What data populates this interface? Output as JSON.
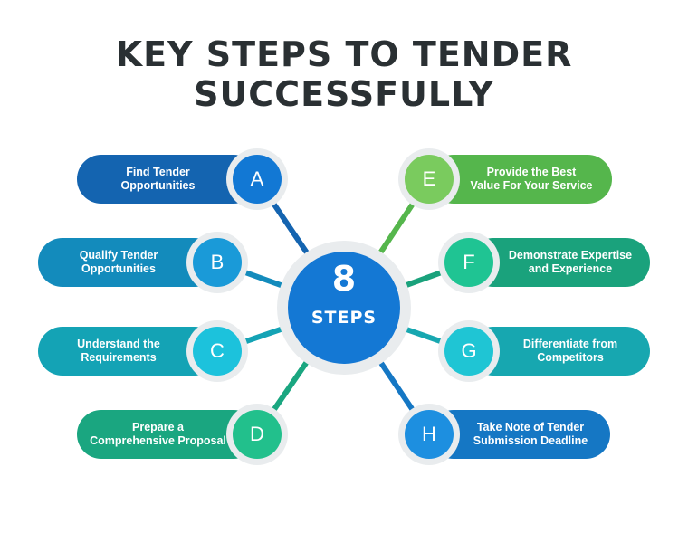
{
  "title": {
    "line1": "KEY STEPS TO TENDER",
    "line2": "SUCCESSFULLY"
  },
  "hub": {
    "number": "8",
    "label": "STEPS",
    "color": "#1478d4"
  },
  "steps": [
    {
      "letter": "A",
      "line1": "Find Tender",
      "line2": "Opportunities",
      "pill": "#1464b0",
      "circle": "#1278d4"
    },
    {
      "letter": "B",
      "line1": "Qualify Tender",
      "line2": "Opportunities",
      "pill": "#138bbc",
      "circle": "#1a9ad8"
    },
    {
      "letter": "C",
      "line1": "Understand the",
      "line2": "Requirements",
      "pill": "#14a3b5",
      "circle": "#1cc2dc"
    },
    {
      "letter": "D",
      "line1": "Prepare a",
      "line2": "Comprehensive Proposal",
      "pill": "#1aa680",
      "circle": "#22c08c"
    },
    {
      "letter": "E",
      "line1": "Provide the Best",
      "line2": "Value For Your Service",
      "pill": "#55b64c",
      "circle": "#7acb5e"
    },
    {
      "letter": "F",
      "line1": "Demonstrate Expertise",
      "line2": "and Experience",
      "pill": "#1aa27c",
      "circle": "#1fc493"
    },
    {
      "letter": "G",
      "line1": "Differentiate from",
      "line2": "Competitors",
      "pill": "#17a7b0",
      "circle": "#1fc5d4"
    },
    {
      "letter": "H",
      "line1": "Take Note of Tender",
      "line2": "Submission Deadline",
      "pill": "#1577c4",
      "circle": "#1d8fe0"
    }
  ]
}
